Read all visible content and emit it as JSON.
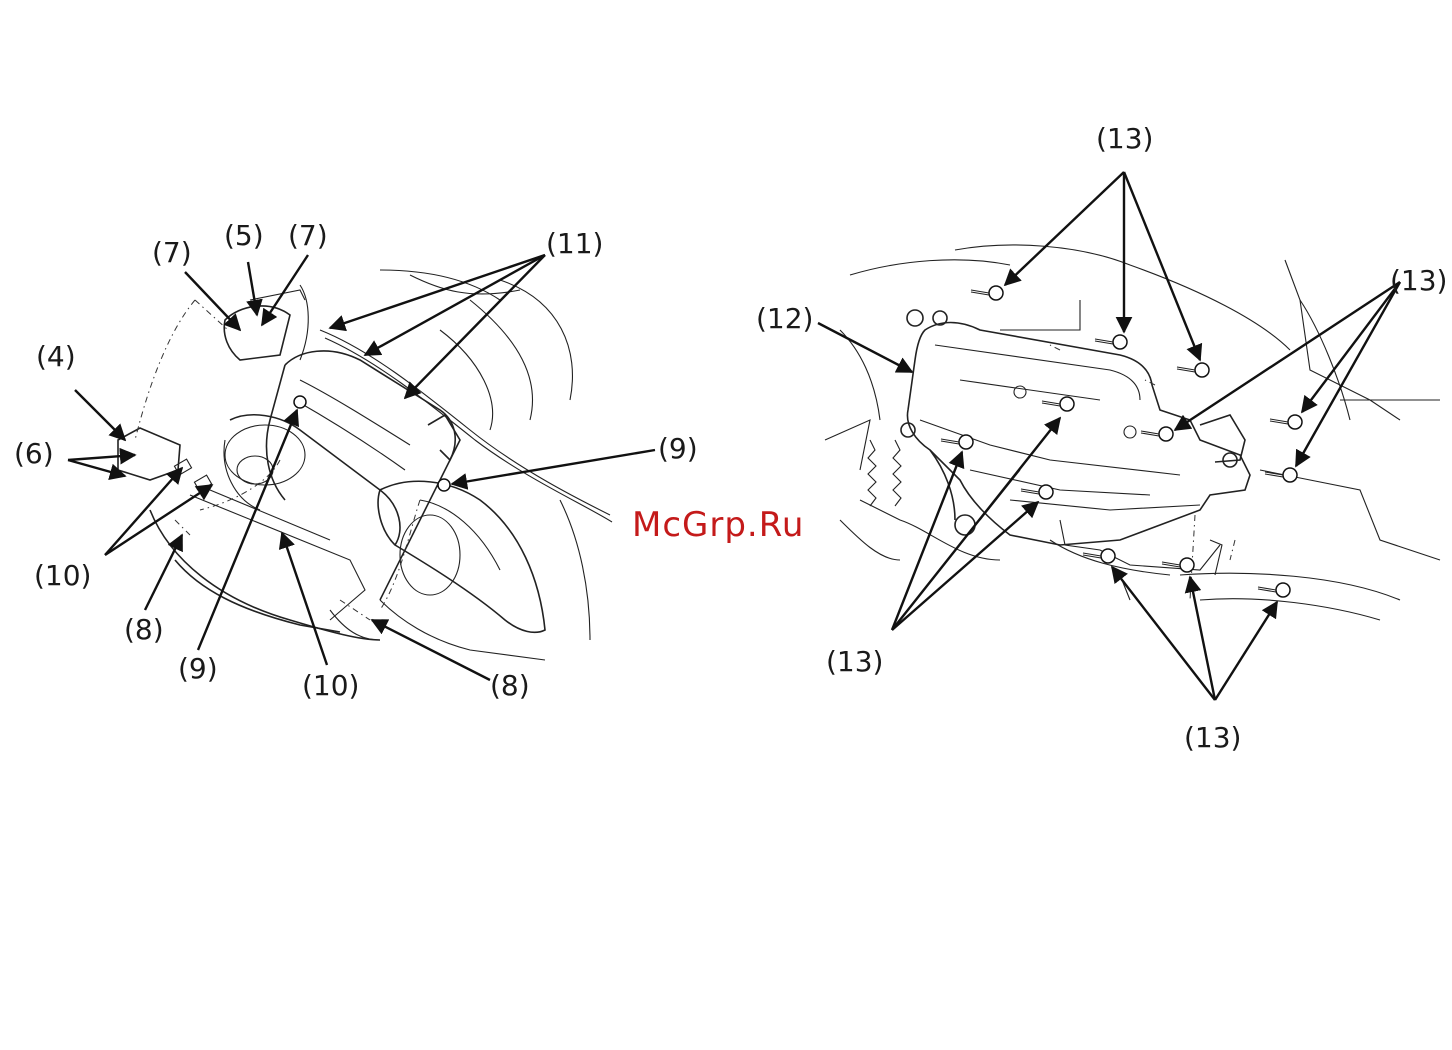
{
  "labels": {
    "l4": "(4)",
    "l5": "(5)",
    "l6": "(6)",
    "l7a": "(7)",
    "l7b": "(7)",
    "l8a": "(8)",
    "l8b": "(8)",
    "l9a": "(9)",
    "l9b": "(9)",
    "l10a": "(10)",
    "l10b": "(10)",
    "l11": "(11)",
    "l12": "(12)",
    "l13_top": "(13)",
    "l13_right": "(13)",
    "l13_left": "(13)",
    "l13_bottom": "(13)"
  },
  "watermark": "McGrp.Ru",
  "colors": {
    "watermark": "#c41a1a",
    "line": "#222222"
  }
}
